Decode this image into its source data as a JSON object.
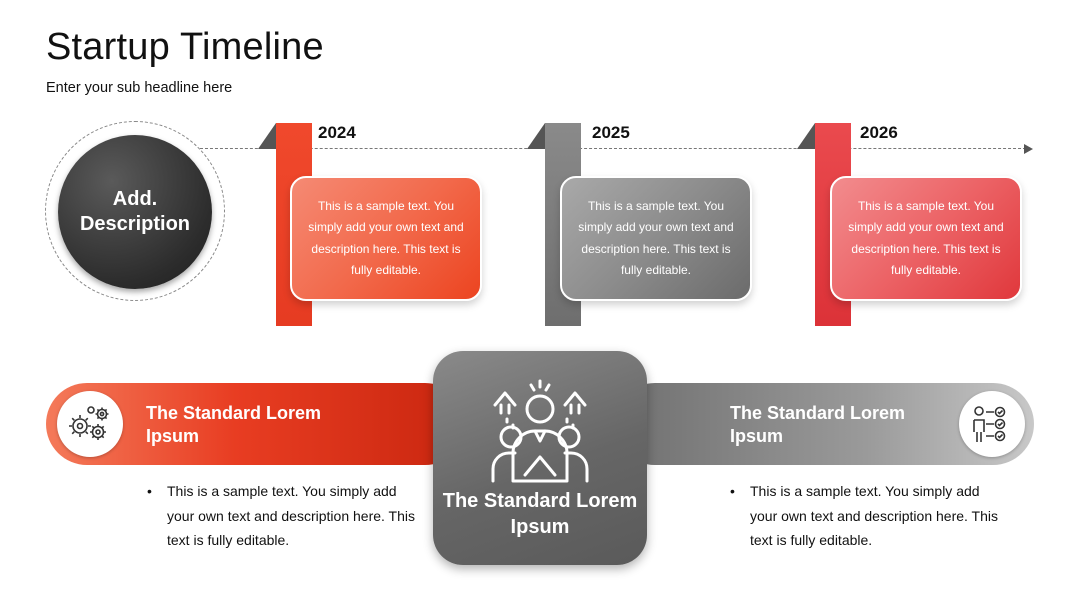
{
  "header": {
    "title": "Startup Timeline",
    "subtitle": "Enter your sub headline here"
  },
  "intro_circle": {
    "text": "Add.\nDescription"
  },
  "milestones": [
    {
      "year": "2024",
      "text": "This is a sample text. You simply add your own text and description here. This text is fully editable.",
      "color": "#e8432b"
    },
    {
      "year": "2025",
      "text": "This is a sample text. You simply add your own text and description here. This text is fully editable.",
      "color": "#7a7a7a"
    },
    {
      "year": "2026",
      "text": "This is a sample text. You simply add your own text and description here. This text is fully editable.",
      "color": "#e23a3f"
    }
  ],
  "left_panel": {
    "title": "The Standard Lorem Ipsum",
    "icon": "gears-icon",
    "bullet": "This is a sample text. You simply add your own text and description here. This text is fully editable."
  },
  "center_panel": {
    "title": "The Standard Lorem Ipsum",
    "icon": "team-leader-icon"
  },
  "right_panel": {
    "title": "The Standard Lorem Ipsum",
    "icon": "checklist-person-icon",
    "bullet": "This is a sample text. You simply add your own text and description here. This text is fully editable."
  },
  "colors": {
    "red": "#e8432b",
    "gray": "#7a7a7a",
    "dark": "#2c2c2c"
  }
}
